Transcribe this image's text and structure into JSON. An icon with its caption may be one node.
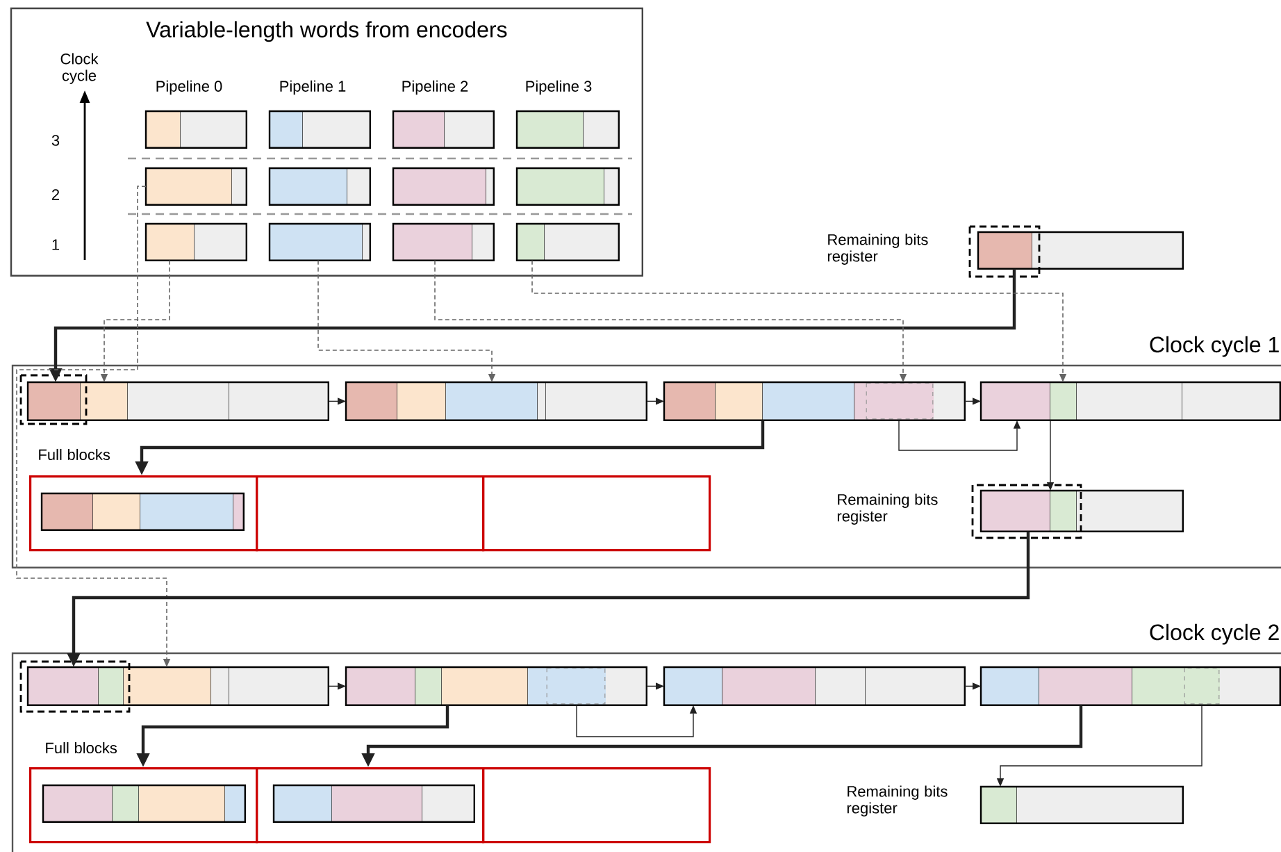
{
  "diagram": {
    "nodes": [
      {
        "text": [
          "Variable-length words from encoders"
        ]
      },
      {
        "text": [],
        "shape": "bar",
        "in": 0
      },
      {
        "text": [],
        "shape": "bar",
        "in": 0
      },
      {
        "text": [],
        "shape": "bar",
        "in": 0
      },
      {
        "text": [],
        "shape": "bar",
        "in": 0
      },
      {
        "text": [],
        "shape": "bar",
        "in": 0
      },
      {
        "text": [],
        "shape": "bar",
        "in": 0
      },
      {
        "text": [],
        "shape": "bar",
        "in": 0
      },
      {
        "text": [],
        "shape": "bar",
        "in": 0
      },
      {
        "text": [],
        "shape": "bar",
        "in": 0
      },
      {
        "text": [],
        "shape": "bar",
        "in": 0
      },
      {
        "text": [],
        "shape": "bar",
        "in": 0
      },
      {
        "text": [],
        "shape": "bar",
        "in": 0
      },
      {
        "text": [],
        "shape": "bar",
        "beside": [
          "Remaining bits register"
        ]
      },
      {
        "text": [
          "Clock cycle 1"
        ]
      },
      {
        "text": [],
        "shape": "bar",
        "in": 14
      },
      {
        "text": [],
        "shape": "bar",
        "in": 14
      },
      {
        "text": [],
        "shape": "bar",
        "in": 14
      },
      {
        "text": [],
        "shape": "bar",
        "in": 14
      },
      {
        "text": [],
        "shape": "box",
        "in": 14,
        "beside": [
          "Full blocks"
        ]
      },
      {
        "text": [],
        "shape": "box",
        "in": 14
      },
      {
        "text": [],
        "shape": "box",
        "in": 14
      },
      {
        "text": [],
        "shape": "bar",
        "in": 19
      },
      {
        "text": [],
        "shape": "bar",
        "in": 14,
        "beside": [
          "Remaining bits register"
        ]
      },
      {
        "text": [
          "Clock cycle 2"
        ]
      },
      {
        "text": [],
        "shape": "bar",
        "in": 24
      },
      {
        "text": [],
        "shape": "bar",
        "in": 24
      },
      {
        "text": [],
        "shape": "bar",
        "in": 24
      },
      {
        "text": [],
        "shape": "bar",
        "in": 24
      },
      {
        "text": [],
        "shape": "box",
        "in": 24,
        "beside": [
          "Full blocks"
        ]
      },
      {
        "text": [],
        "shape": "box",
        "in": 24
      },
      {
        "text": [],
        "shape": "box",
        "in": 24
      },
      {
        "text": [],
        "shape": "bar",
        "in": 29
      },
      {
        "text": [],
        "shape": "bar",
        "in": 30
      },
      {
        "text": [],
        "shape": "bar",
        "in": 24,
        "beside": [
          "Remaining bits register"
        ]
      }
    ],
    "edges": [
      {
        "from": 13,
        "to": 15,
        "arrow": "to",
        "style": "thick"
      },
      {
        "from": 9,
        "to": 15,
        "arrow": "to",
        "style": "dashed",
        "color": "#666666"
      },
      {
        "from": 10,
        "to": 16,
        "arrow": "to",
        "style": "dashed",
        "color": "#666666"
      },
      {
        "from": 11,
        "to": 17,
        "arrow": "to",
        "style": "dashed",
        "color": "#666666"
      },
      {
        "from": 12,
        "to": 18,
        "arrow": "to",
        "style": "dashed",
        "color": "#666666"
      },
      {
        "from": 5,
        "to": 25,
        "arrow": "to",
        "style": "dashed",
        "color": "#666666"
      },
      {
        "from": 15,
        "to": 16,
        "arrow": "to"
      },
      {
        "from": 16,
        "to": 17,
        "arrow": "to"
      },
      {
        "from": 17,
        "to": 18,
        "arrow": "to"
      },
      {
        "from": 17,
        "to": 19,
        "arrow": "to",
        "style": "thick"
      },
      {
        "from": 17,
        "to": 18,
        "arrow": "to"
      },
      {
        "from": 18,
        "to": 23,
        "arrow": "to"
      },
      {
        "from": 23,
        "to": 25,
        "arrow": "to",
        "style": "thick"
      },
      {
        "from": 25,
        "to": 26,
        "arrow": "to"
      },
      {
        "from": 26,
        "to": 27,
        "arrow": "to"
      },
      {
        "from": 27,
        "to": 28,
        "arrow": "to"
      },
      {
        "from": 26,
        "to": 29,
        "arrow": "to",
        "style": "thick"
      },
      {
        "from": 26,
        "to": 27,
        "arrow": "to"
      },
      {
        "from": 28,
        "to": 30,
        "arrow": "to",
        "style": "thick"
      },
      {
        "from": 28,
        "to": 34,
        "arrow": "to"
      }
    ],
    "labels": [
      "Clock cycle",
      "Pipeline 0",
      "Pipeline 1",
      "Pipeline 2",
      "Pipeline 3",
      "3",
      "2",
      "1"
    ]
  }
}
